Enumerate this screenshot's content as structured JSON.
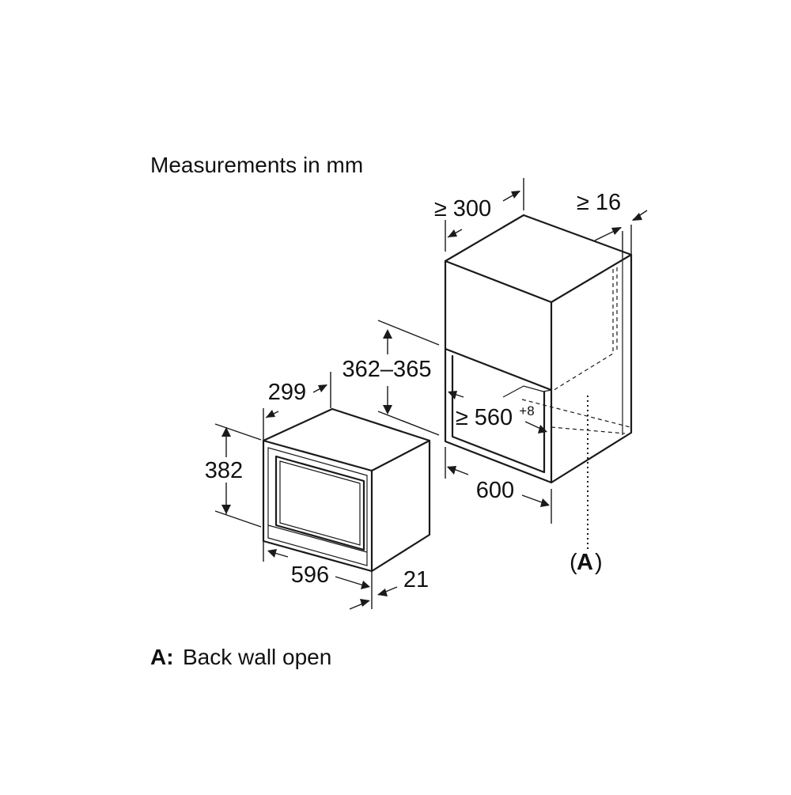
{
  "diagram": {
    "title": "Measurements in mm",
    "legend": {
      "key": "A:",
      "text": "Back wall open"
    },
    "appliance": {
      "dimensions": {
        "height": "382",
        "width": "596",
        "depth": "299",
        "frame": "21"
      }
    },
    "niche": {
      "dimensions": {
        "depth": "≥ 300",
        "side_gap": "≥ 16",
        "height": "362–365",
        "width": "≥ 560",
        "width_tolerance": "+8",
        "outer_width": "600"
      },
      "marker": {
        "open": "(",
        "letter": "A",
        "close": ")"
      }
    }
  }
}
